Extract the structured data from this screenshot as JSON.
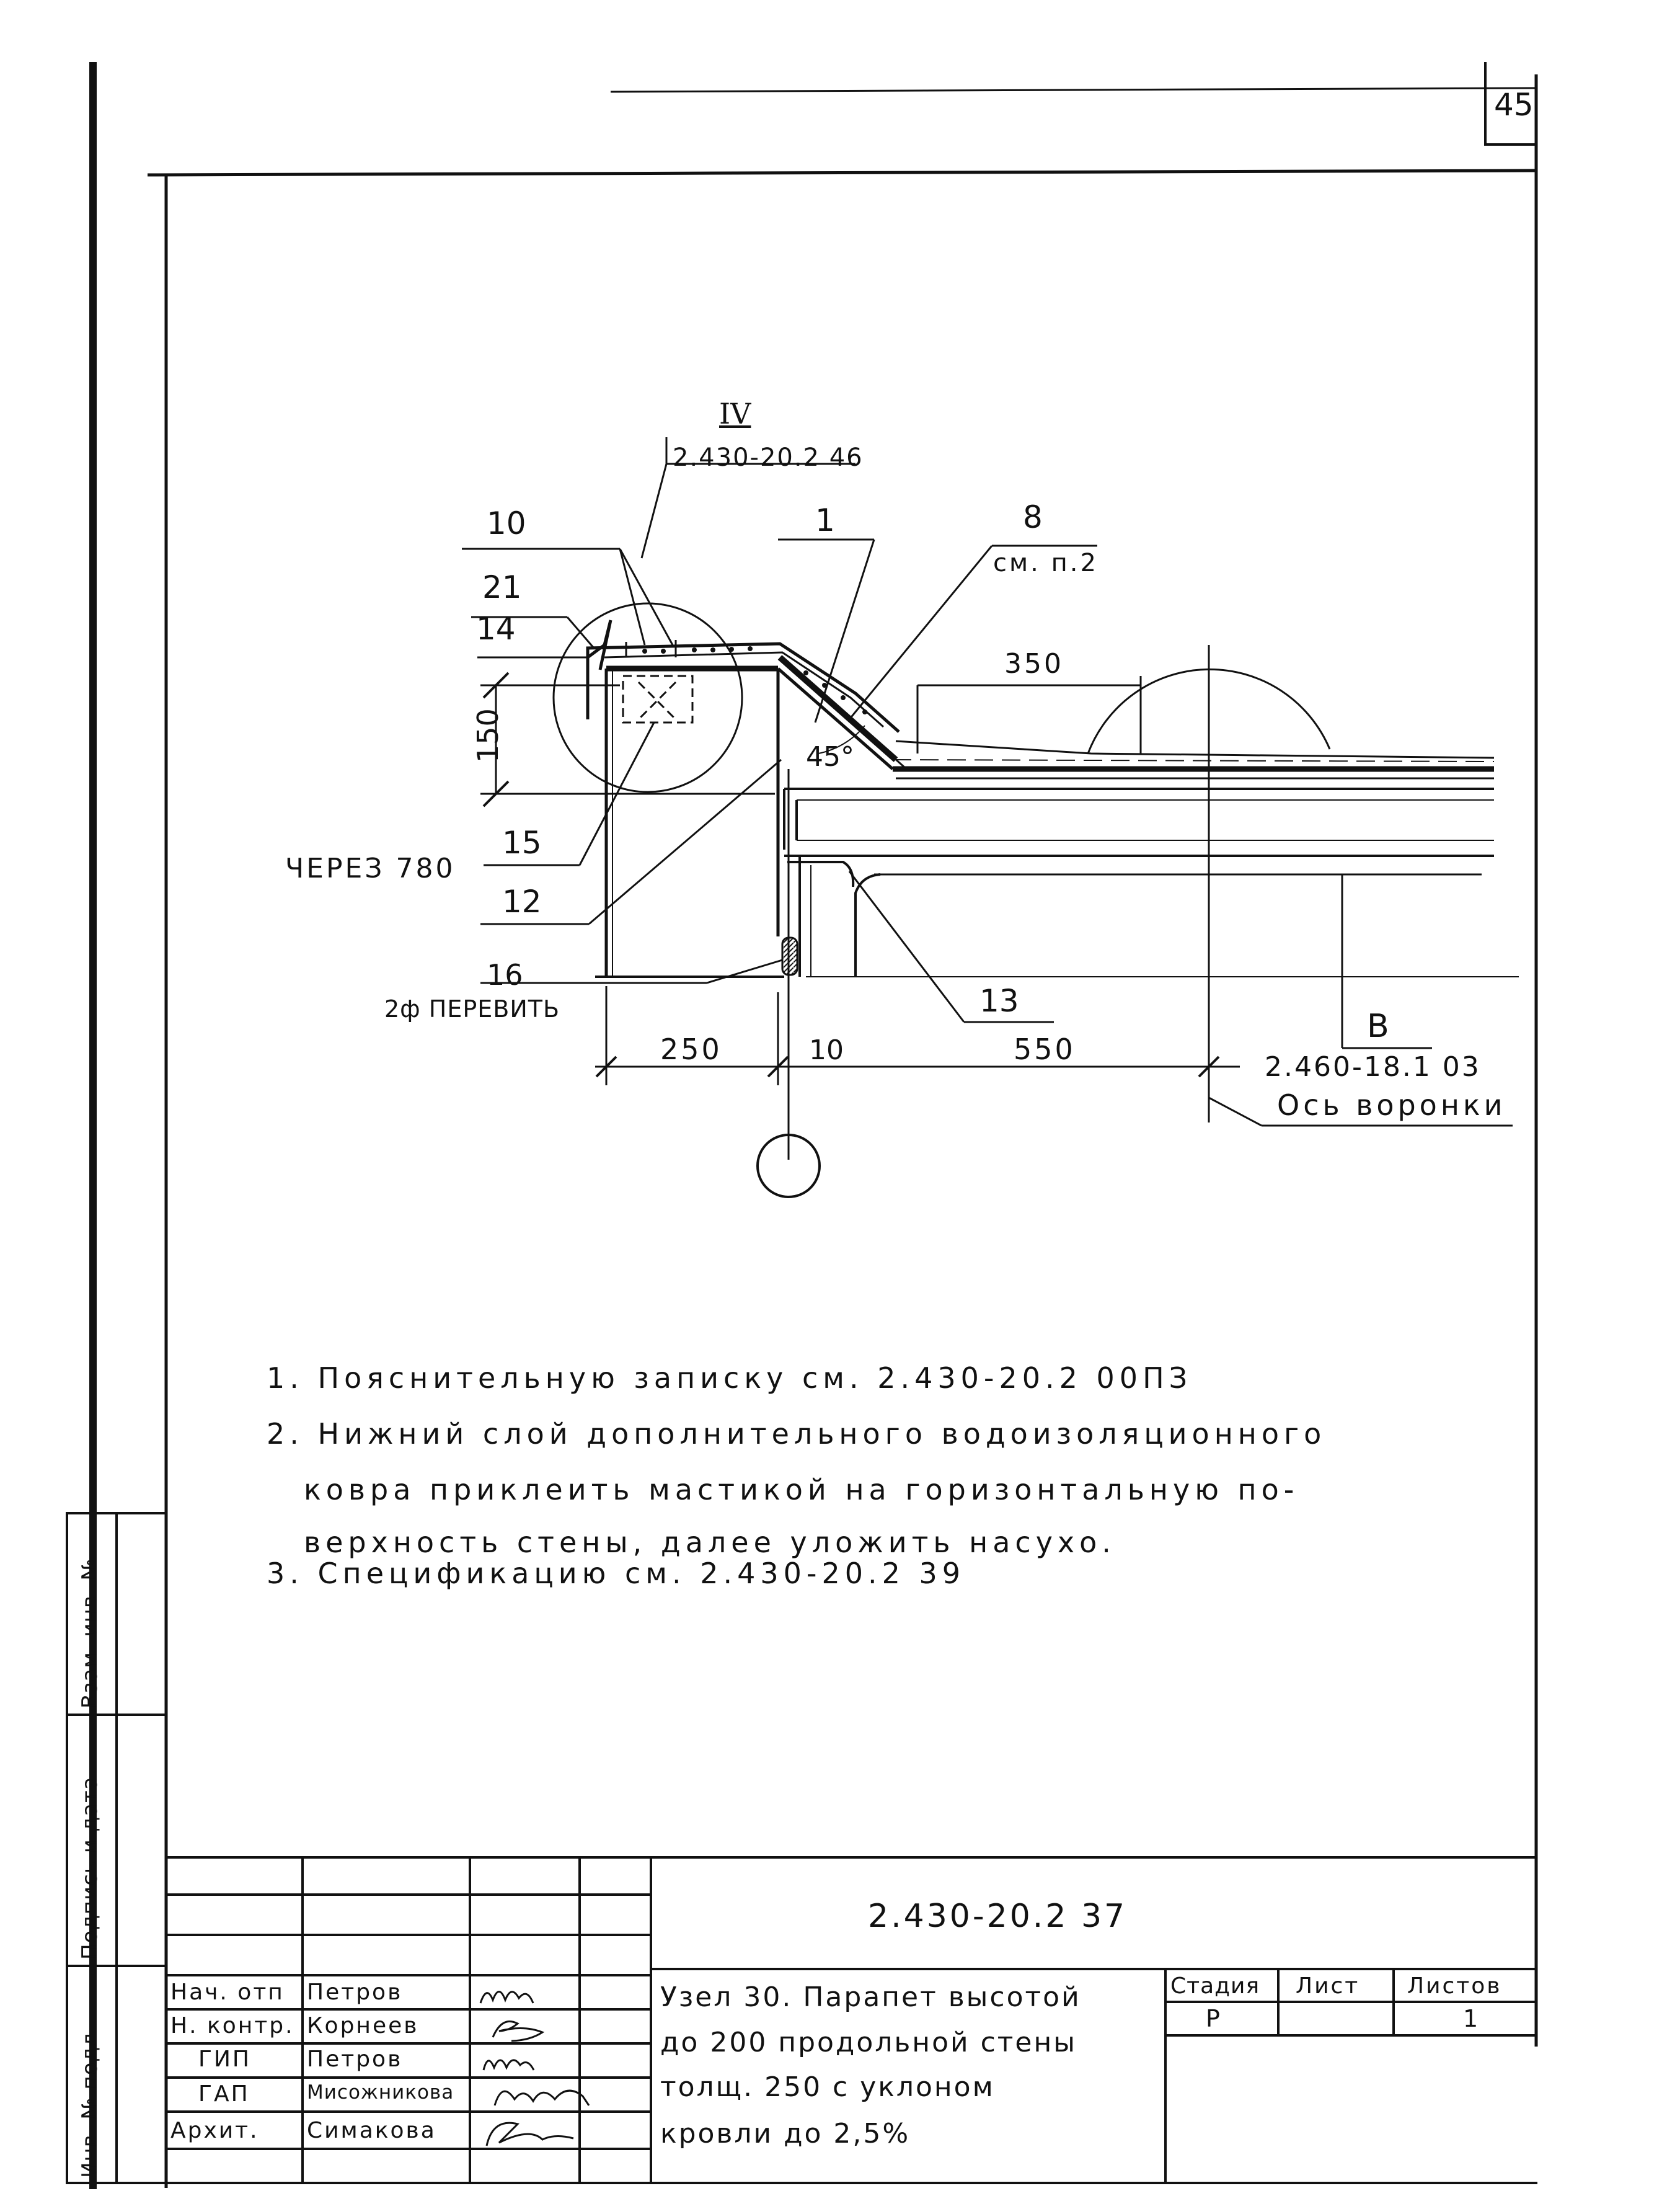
{
  "page_number": "45",
  "detail_ref": {
    "marker": "IV",
    "sheet": "2.430-20.2 46"
  },
  "callouts": {
    "c10": "10",
    "c21": "21",
    "c14": "14",
    "c1": "1",
    "c8": "8",
    "c8_note": "см. п.2",
    "c15": "15",
    "c12": "12",
    "c16": "16",
    "c13": "13",
    "cB": "В",
    "cB_ref": "2.460-18.1 03"
  },
  "annotations": {
    "through": "ЧЕРЕЗ 780",
    "twist": "2ф ПЕРЕВИТЬ",
    "funnel_axis": "Ось воронки",
    "angle": "45°"
  },
  "dimensions": {
    "d150": "150",
    "d350": "350",
    "d250": "250",
    "d10": "10",
    "d550": "550"
  },
  "notes": [
    "1. Пояснительную записку см. 2.430-20.2 00ПЗ",
    "2. Нижний слой дополнительного водоизоляционного",
    "ковра приклеить мастикой на горизонтальную по-",
    "верхность стены, далее уложить насухо.",
    "3. Спецификацию см. 2.430-20.2 39"
  ],
  "title_block": {
    "doc_code": "2.430-20.2 37",
    "title_lines": [
      "Узел 30. Парапет высотой",
      "до 200 продольной стены",
      "толщ. 250 с уклоном",
      "кровли до 2,5%"
    ],
    "headers": {
      "stage": "Стадия",
      "sheet": "Лист",
      "sheets": "Листов"
    },
    "stage_value": "Р",
    "sheets_value": "1",
    "staff": [
      {
        "role": "Нач. отп",
        "name": "Петров"
      },
      {
        "role": "Н. контр.",
        "name": "Корнеев"
      },
      {
        "role": "ГИП",
        "name": "Петров"
      },
      {
        "role": "ГАП",
        "name": "Мисожникова"
      },
      {
        "role": "Архит.",
        "name": "Симакова"
      }
    ]
  },
  "side_stamp": {
    "inv_orig": "Инв. № подл",
    "sign_date": "Подпись и дата",
    "inv_repl": "Взам. инв. №"
  }
}
